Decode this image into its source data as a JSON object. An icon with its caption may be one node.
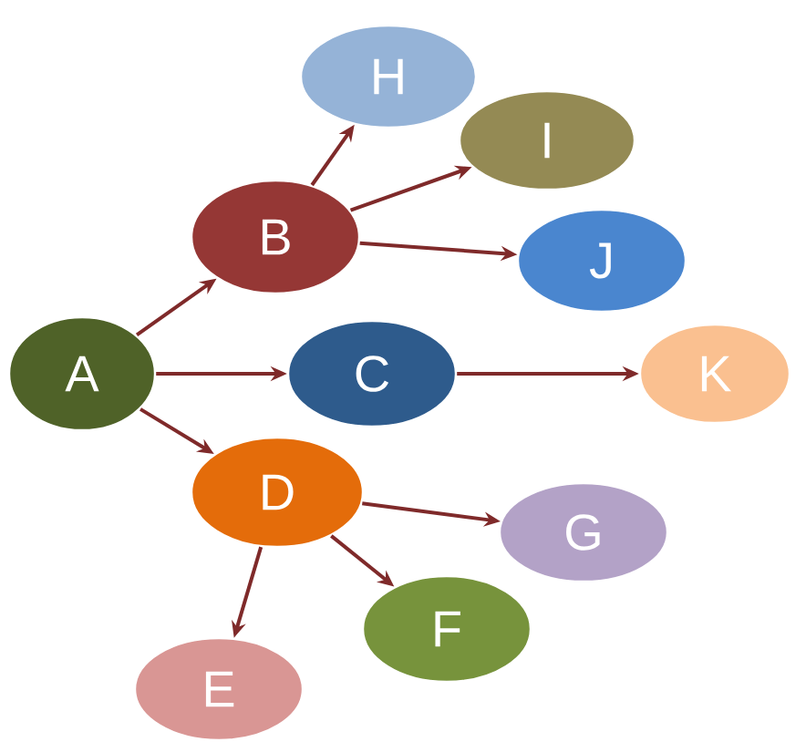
{
  "diagram": {
    "nodes": [
      {
        "text": [
          "H"
        ]
      },
      {
        "text": [
          "I"
        ]
      },
      {
        "text": [
          "B"
        ]
      },
      {
        "text": [
          "J"
        ]
      },
      {
        "text": [
          "A"
        ]
      },
      {
        "text": [
          "C"
        ]
      },
      {
        "text": [
          "K"
        ]
      },
      {
        "text": [
          "D"
        ]
      },
      {
        "text": [
          "G"
        ]
      },
      {
        "text": [
          "F"
        ]
      },
      {
        "text": [
          "E"
        ]
      }
    ],
    "edges": [
      {
        "from": 4,
        "to": 2,
        "arrow": "to"
      },
      {
        "from": 4,
        "to": 5,
        "arrow": "to"
      },
      {
        "from": 4,
        "to": 7,
        "arrow": "to"
      },
      {
        "from": 2,
        "to": 0,
        "arrow": "to"
      },
      {
        "from": 2,
        "to": 1,
        "arrow": "to"
      },
      {
        "from": 2,
        "to": 3,
        "arrow": "to"
      },
      {
        "from": 5,
        "to": 6,
        "arrow": "to"
      },
      {
        "from": 7,
        "to": 8,
        "arrow": "to"
      },
      {
        "from": 7,
        "to": 9,
        "arrow": "to"
      },
      {
        "from": 7,
        "to": 10,
        "arrow": "to"
      }
    ]
  }
}
